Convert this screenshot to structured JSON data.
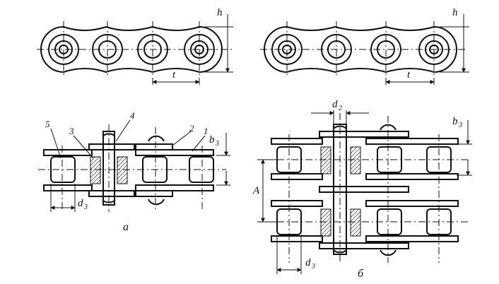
{
  "labels": {
    "h": "h",
    "t": "t",
    "b": "b",
    "b_sub": "3",
    "d": "d",
    "d2_sub": "2",
    "d3_sub": "3",
    "A": "A",
    "n1": "1",
    "n2": "2",
    "n3": "3",
    "n4": "4",
    "n5": "5",
    "cap_a": "а",
    "cap_b": "б"
  }
}
